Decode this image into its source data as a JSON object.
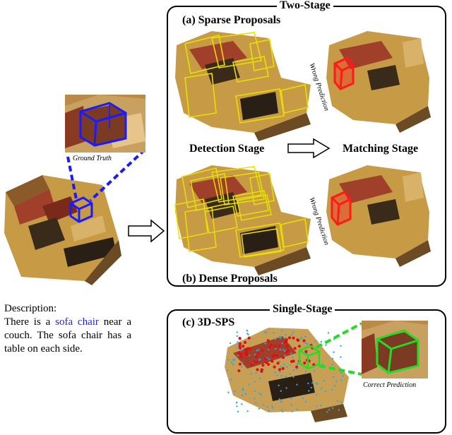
{
  "two_stage": {
    "title": "Two-Stage",
    "sparse_label": "(a) Sparse Proposals",
    "dense_label": "(b) Dense Proposals",
    "detection_stage": "Detection Stage",
    "matching_stage": "Matching Stage",
    "wrong_prediction": "Wrong Prediction"
  },
  "single_stage": {
    "title": "Single-Stage",
    "method_label": "(c) 3D-SPS",
    "correct_prediction": "Correct Prediction"
  },
  "ground_truth_caption": "Ground Truth",
  "description": {
    "heading": "Description:",
    "lead": "There is a ",
    "target": "sofa chair",
    "rest": " near a couch. The sofa chair has a table on each side."
  },
  "colors": {
    "ground_truth_box": "#1a1aff",
    "proposal_box": "#e8e000",
    "wrong_box": "#ff1a1a",
    "correct_box": "#22dd22",
    "keypoint_red": "#e01010",
    "keypoint_blue": "#2aa8e8"
  }
}
